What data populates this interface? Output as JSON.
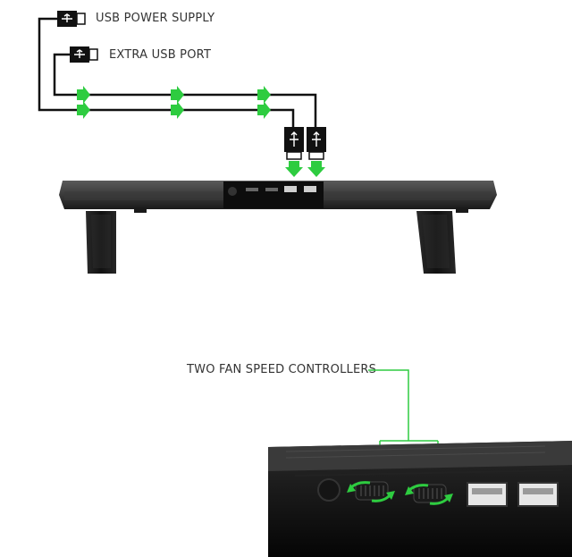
{
  "labels": {
    "usb_power_supply": "USB POWER SUPPLY",
    "extra_usb_port": "EXTRA USB PORT",
    "fan_speed_controllers": "TWO FAN SPEED CONTROLLERS"
  },
  "colors": {
    "accent_green": "#2ecc40",
    "line_dark": "#111111",
    "stand_body": "#1c1c1c",
    "stand_dark": "#0a0a0a"
  },
  "icons": [
    "usb-icon",
    "usb-plug-icon",
    "arrow-right-icon",
    "arrow-down-icon",
    "fan-wheel-icon"
  ]
}
